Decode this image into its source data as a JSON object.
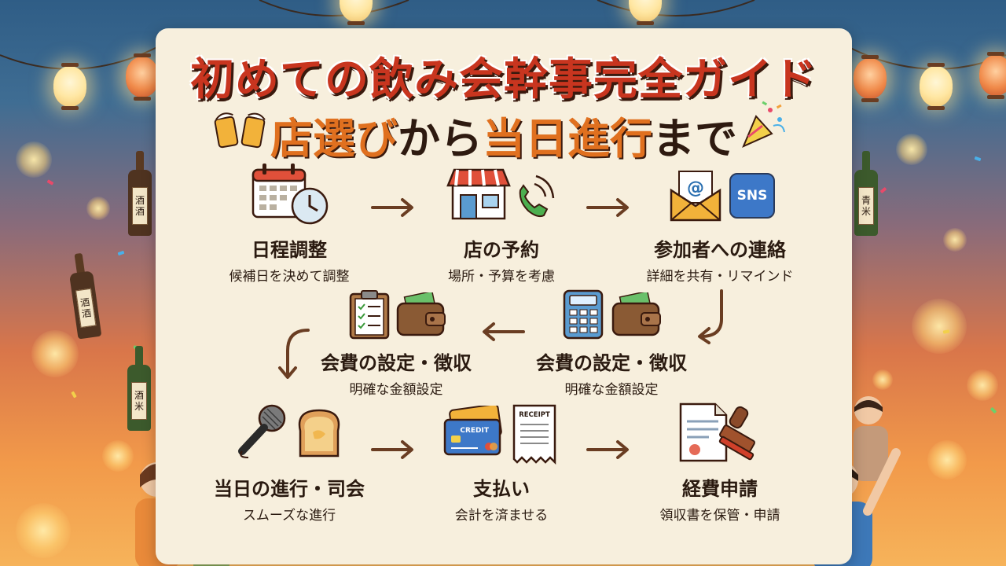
{
  "title": {
    "line1": "初めての飲み会幹事完全ガイド",
    "line2_a": "店選び",
    "line2_b": "から",
    "line2_c": "当日進行",
    "line2_d": "まで"
  },
  "steps": [
    {
      "label": "日程調整",
      "desc": "候補日を決めて調整"
    },
    {
      "label": "店の予約",
      "desc": "場所・予算を考慮"
    },
    {
      "label": "参加者への連絡",
      "desc": "詳細を共有・リマインド"
    },
    {
      "label": "会費の設定・徴収",
      "desc": "明確な金額設定"
    },
    {
      "label": "会費の設定・徴収",
      "desc": "明確な金額設定"
    },
    {
      "label": "当日の進行・司会",
      "desc": "スムーズな進行"
    },
    {
      "label": "支払い",
      "desc": "会計を済ませる"
    },
    {
      "label": "経費申請",
      "desc": "領収書を保管・申請"
    }
  ],
  "icon_text": {
    "sns": "SNS",
    "credit": "CREDIT",
    "receipt": "RECEIPT",
    "email_at": "@"
  },
  "bottles": {
    "left_top": [
      "酒",
      "酒"
    ],
    "left_mid": [
      "酒",
      "酒"
    ],
    "left_low": [
      "酒",
      "米"
    ],
    "right_top": [
      "青",
      "米"
    ]
  },
  "colors": {
    "panel": "#f7efdd",
    "title_red": "#c8351f",
    "accent_orange": "#e0701f",
    "arrow": "#6a3d22",
    "text": "#2a1a10"
  }
}
